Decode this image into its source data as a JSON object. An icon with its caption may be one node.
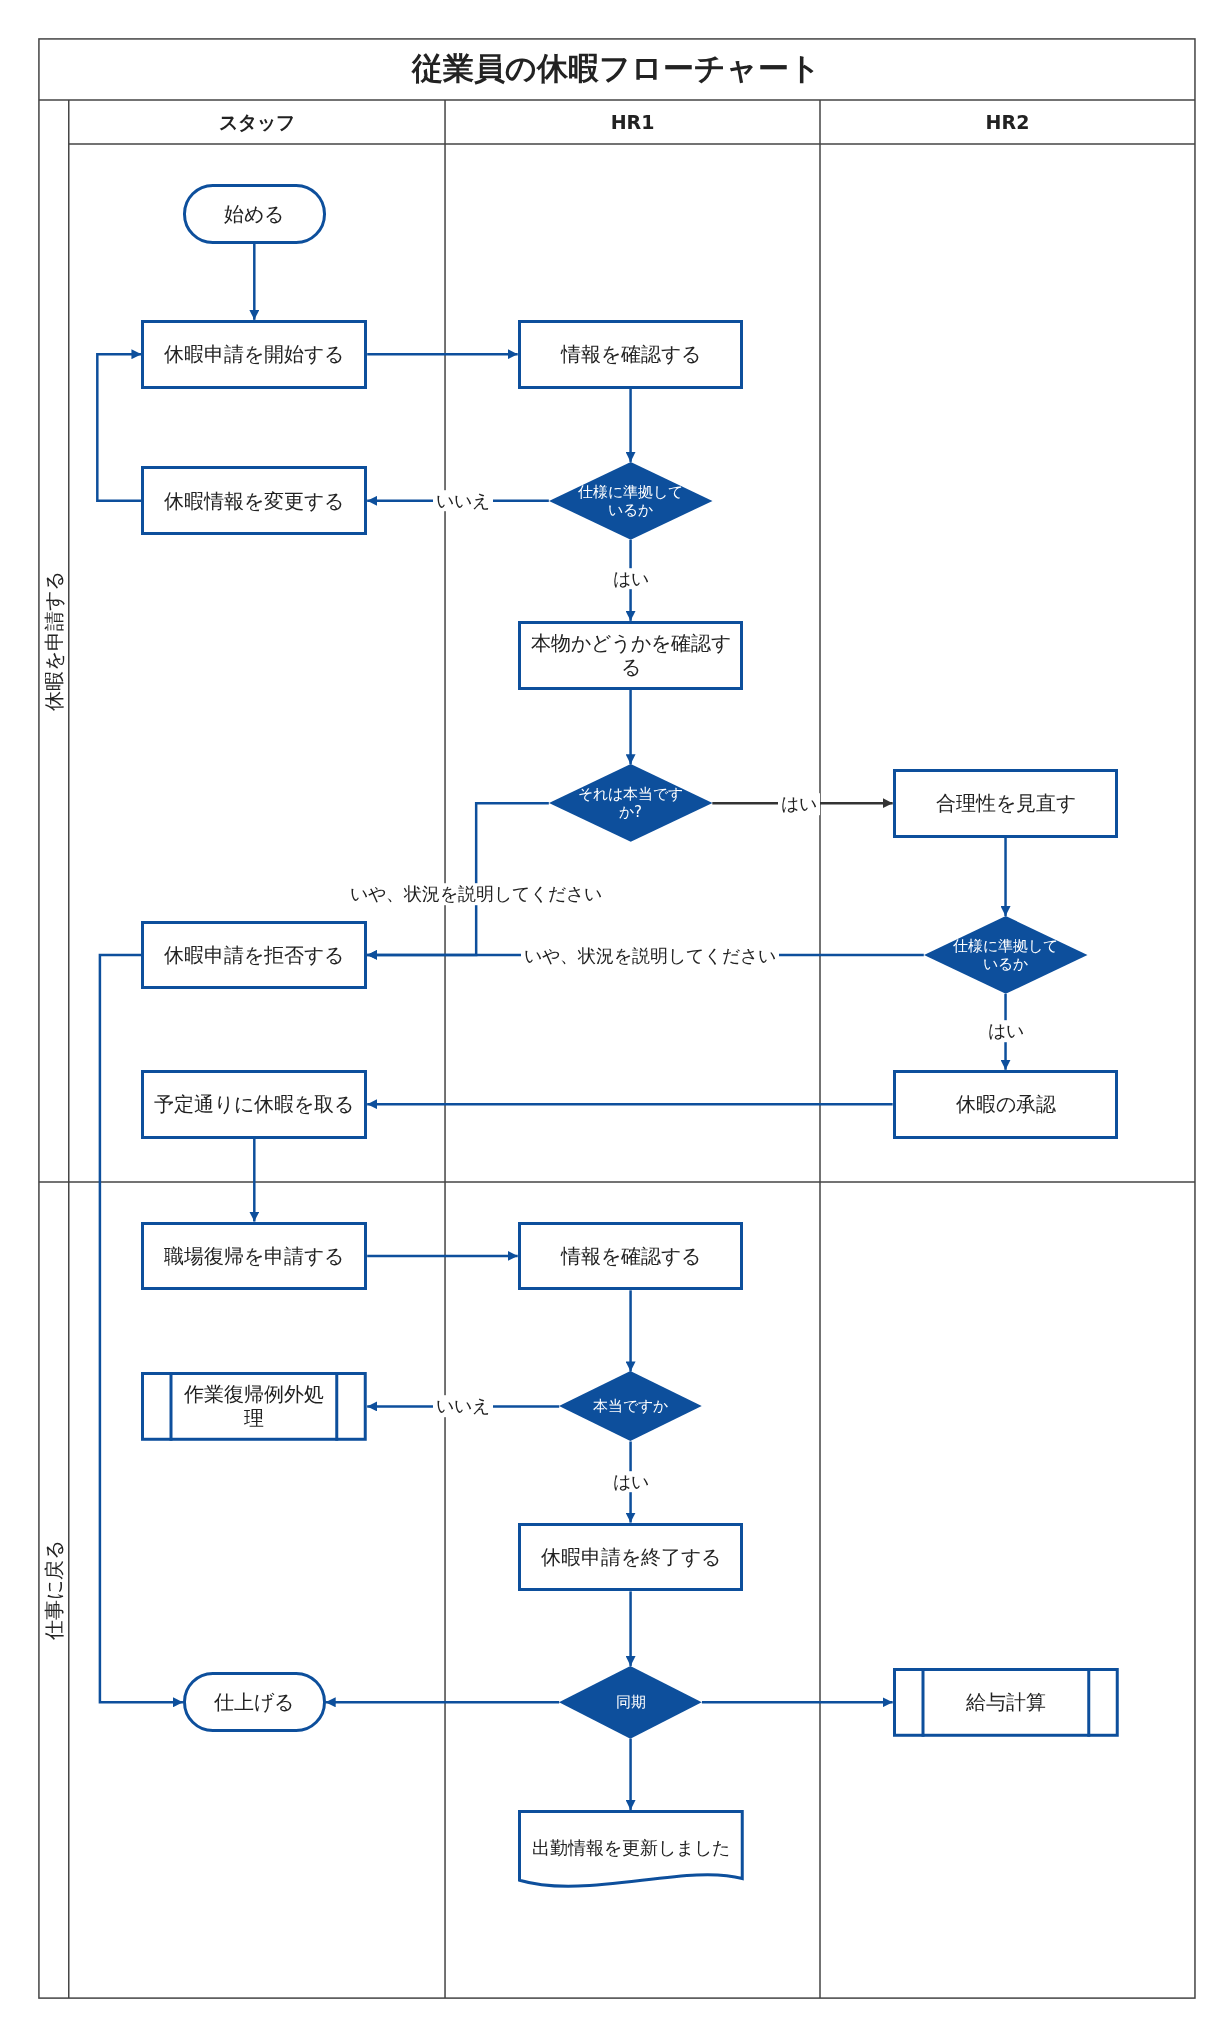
{
  "diagram": {
    "title": "従業員の休暇フローチャート",
    "nodes": [
      {
        "text": [
          "スタッフ"
        ]
      },
      {
        "text": [
          "HR1"
        ]
      },
      {
        "text": [
          "HR2"
        ]
      },
      {
        "text": [
          "休暇を申請する"
        ]
      },
      {
        "text": [
          "仕事に戻る"
        ]
      },
      {
        "text": [
          "始める"
        ]
      },
      {
        "text": [
          "休暇申請を開始する"
        ]
      },
      {
        "text": [
          "情報を確認する"
        ]
      },
      {
        "text": [
          "仕様に準拠しているか"
        ]
      },
      {
        "text": [
          "休暇情報を変更する"
        ]
      },
      {
        "text": [
          "本物かどうかを確認する"
        ]
      },
      {
        "text": [
          "それは本当ですか?"
        ]
      },
      {
        "text": [
          "合理性を見直す"
        ]
      },
      {
        "text": [
          "仕様に準拠しているか"
        ]
      },
      {
        "text": [
          "休暇申請を拒否する"
        ]
      },
      {
        "text": [
          "休暇の承認"
        ]
      },
      {
        "text": [
          "予定通りに休暇を取る"
        ]
      },
      {
        "text": [
          "職場復帰を申請する"
        ]
      },
      {
        "text": [
          "情報を確認する"
        ]
      },
      {
        "text": [
          "本当ですか"
        ]
      },
      {
        "text": [
          "作業復帰例外処理"
        ]
      },
      {
        "text": [
          "休暇申請を終了する"
        ]
      },
      {
        "text": [
          "同期"
        ]
      },
      {
        "text": [
          "仕上げる"
        ]
      },
      {
        "text": [
          "給与計算"
        ]
      },
      {
        "text": [
          "出勤情報を更新しました"
        ]
      }
    ],
    "edges": [
      {
        "from": 5,
        "to": 6,
        "arrow": "to"
      },
      {
        "from": 6,
        "to": 7,
        "arrow": "to"
      },
      {
        "from": 7,
        "to": 8,
        "arrow": "to"
      },
      {
        "from": 8,
        "to": 9,
        "arrow": "to",
        "label": "いいえ"
      },
      {
        "from": 9,
        "to": 6,
        "arrow": "to"
      },
      {
        "from": 8,
        "to": 10,
        "arrow": "to",
        "label": "はい"
      },
      {
        "from": 10,
        "to": 11,
        "arrow": "to"
      },
      {
        "from": 11,
        "to": 12,
        "arrow": "to",
        "label": "はい",
        "color": "#333333"
      },
      {
        "from": 11,
        "to": 14,
        "arrow": "to",
        "label": "いや、状況を説明してください"
      },
      {
        "from": 12,
        "to": 13,
        "arrow": "to"
      },
      {
        "from": 13,
        "to": 14,
        "arrow": "to",
        "label": "いや、状況を説明してください"
      },
      {
        "from": 13,
        "to": 15,
        "arrow": "to",
        "label": "はい"
      },
      {
        "from": 15,
        "to": 16,
        "arrow": "to"
      },
      {
        "from": 16,
        "to": 17,
        "arrow": "to"
      },
      {
        "from": 17,
        "to": 18,
        "arrow": "to"
      },
      {
        "from": 18,
        "to": 19,
        "arrow": "to"
      },
      {
        "from": 19,
        "to": 20,
        "arrow": "to",
        "label": "いいえ"
      },
      {
        "from": 19,
        "to": 21,
        "arrow": "to",
        "label": "はい"
      },
      {
        "from": 21,
        "to": 22,
        "arrow": "to"
      },
      {
        "from": 14,
        "to": 23,
        "arrow": "to"
      },
      {
        "from": 22,
        "to": 23,
        "arrow": "to"
      },
      {
        "from": 22,
        "to": 24,
        "arrow": "to"
      },
      {
        "from": 22,
        "to": 25,
        "arrow": "to"
      }
    ]
  }
}
